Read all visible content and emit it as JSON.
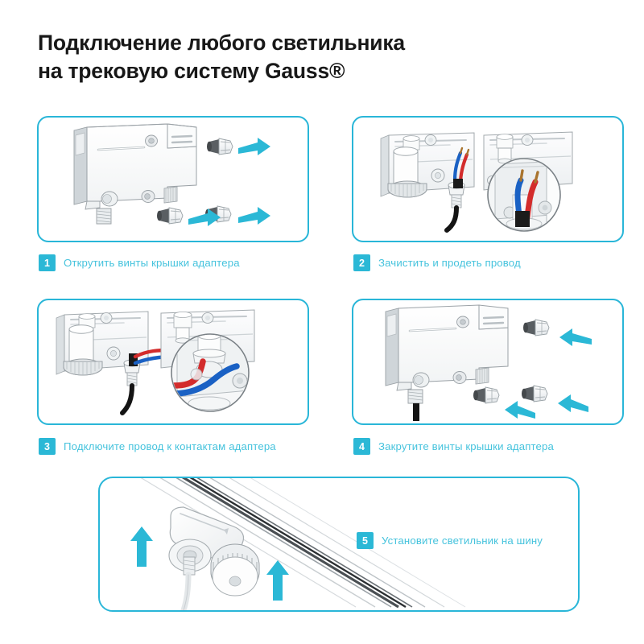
{
  "document": {
    "title_line1": "Подключение любого светильника",
    "title_line2": "на трековую систему Gauss®",
    "title": "Подключение любого светильника\nна трековую систему Gauss®",
    "language": "ru",
    "kind": "instruction-infographic"
  },
  "theme": {
    "accent": "#2bb8d6",
    "accent_border": "#29b6d8",
    "caption_text": "#46c3dd",
    "badge_bg": "#2bb8d6",
    "badge_text": "#ffffff",
    "title_color": "#181818",
    "background": "#ffffff",
    "wire_blue": "#1a61c4",
    "wire_red": "#d32c2c",
    "wire_copper": "#a9742e",
    "cable_black": "#141414",
    "metal_gray": "#4f5356",
    "line_gray": "#9aa1a6"
  },
  "steps": [
    {
      "number": "1",
      "caption": "Открутить винты крышки адаптера",
      "art": "track-adapter-with-three-screws-removed",
      "arrows": "three cyan arrows pointing right / away",
      "arrow_direction": "outward"
    },
    {
      "number": "2",
      "caption": "Зачистить и продеть провод",
      "art": "adapter-open-with-stripped-wires-and-magnifier",
      "magnifier": true,
      "wires": [
        "blue",
        "red"
      ]
    },
    {
      "number": "3",
      "caption": "Подключите провод к контактам адаптера",
      "art": "wires-connected-to-adapter-contacts-with-magnifier",
      "magnifier": true,
      "wires": [
        "blue",
        "red"
      ]
    },
    {
      "number": "4",
      "caption": "Закрутите винты крышки адаптера",
      "art": "track-adapter-with-three-screws-inserted",
      "arrows": "three cyan arrows pointing left / toward body",
      "arrow_direction": "inward"
    },
    {
      "number": "5",
      "caption": "Установите светильник на шину",
      "art": "adapter-mounted-onto-track-rail",
      "arrows": "two cyan arrows pointing up",
      "arrow_direction": "up"
    }
  ]
}
